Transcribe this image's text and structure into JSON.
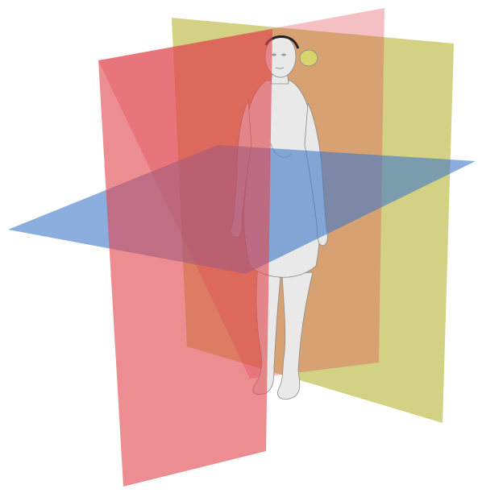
{
  "figure": {
    "planes": [
      {
        "id": "sagittal-plane",
        "color": "#e0474f",
        "opacity": 0.62
      },
      {
        "id": "frontal-plane",
        "color": "#b8b537",
        "opacity": 0.62
      },
      {
        "id": "transverse-plane",
        "color": "#3f78c8",
        "opacity": 0.6
      }
    ],
    "colors": {
      "body": "#e9e9e9",
      "body_shade": "#c9c9c9",
      "outline": "#8a8a8a",
      "hair_band": "#222222",
      "bun": "#d8d36a"
    }
  }
}
